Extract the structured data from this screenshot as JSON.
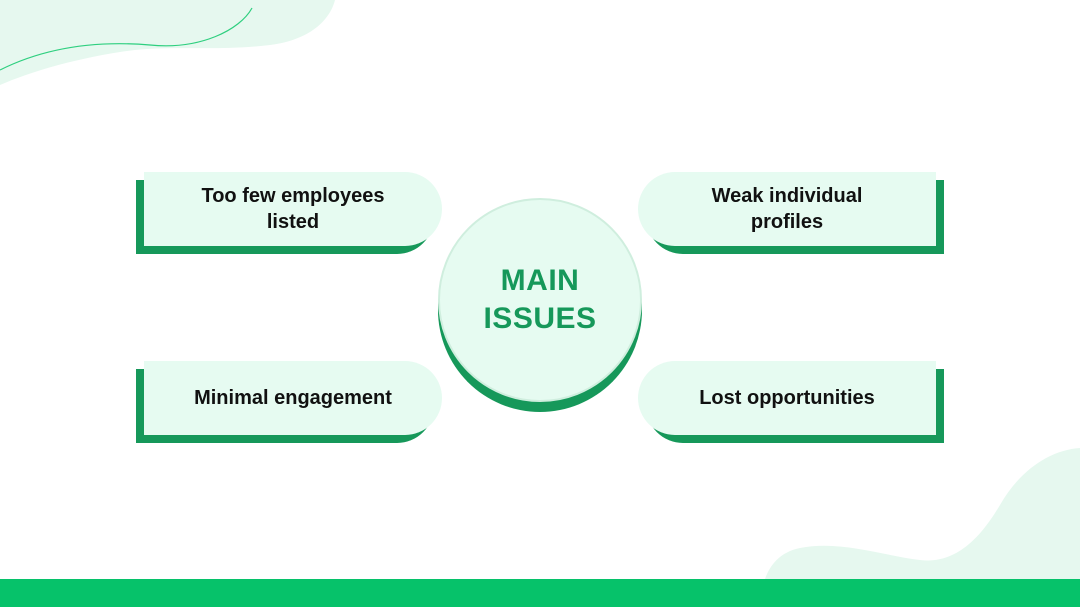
{
  "colors": {
    "accent": "#16985a",
    "card_fill": "#e6fbf1",
    "decor_fill": "#e6f8ef",
    "decor_line": "#2ecf7f",
    "bottom_bar": "#06c26a",
    "text": "#111111"
  },
  "center": {
    "title": "MAIN ISSUES"
  },
  "cards": {
    "top_left": "Too few employees listed",
    "top_right": "Weak individual profiles",
    "bottom_left": "Minimal engagement",
    "bottom_right": "Lost opportunities"
  }
}
